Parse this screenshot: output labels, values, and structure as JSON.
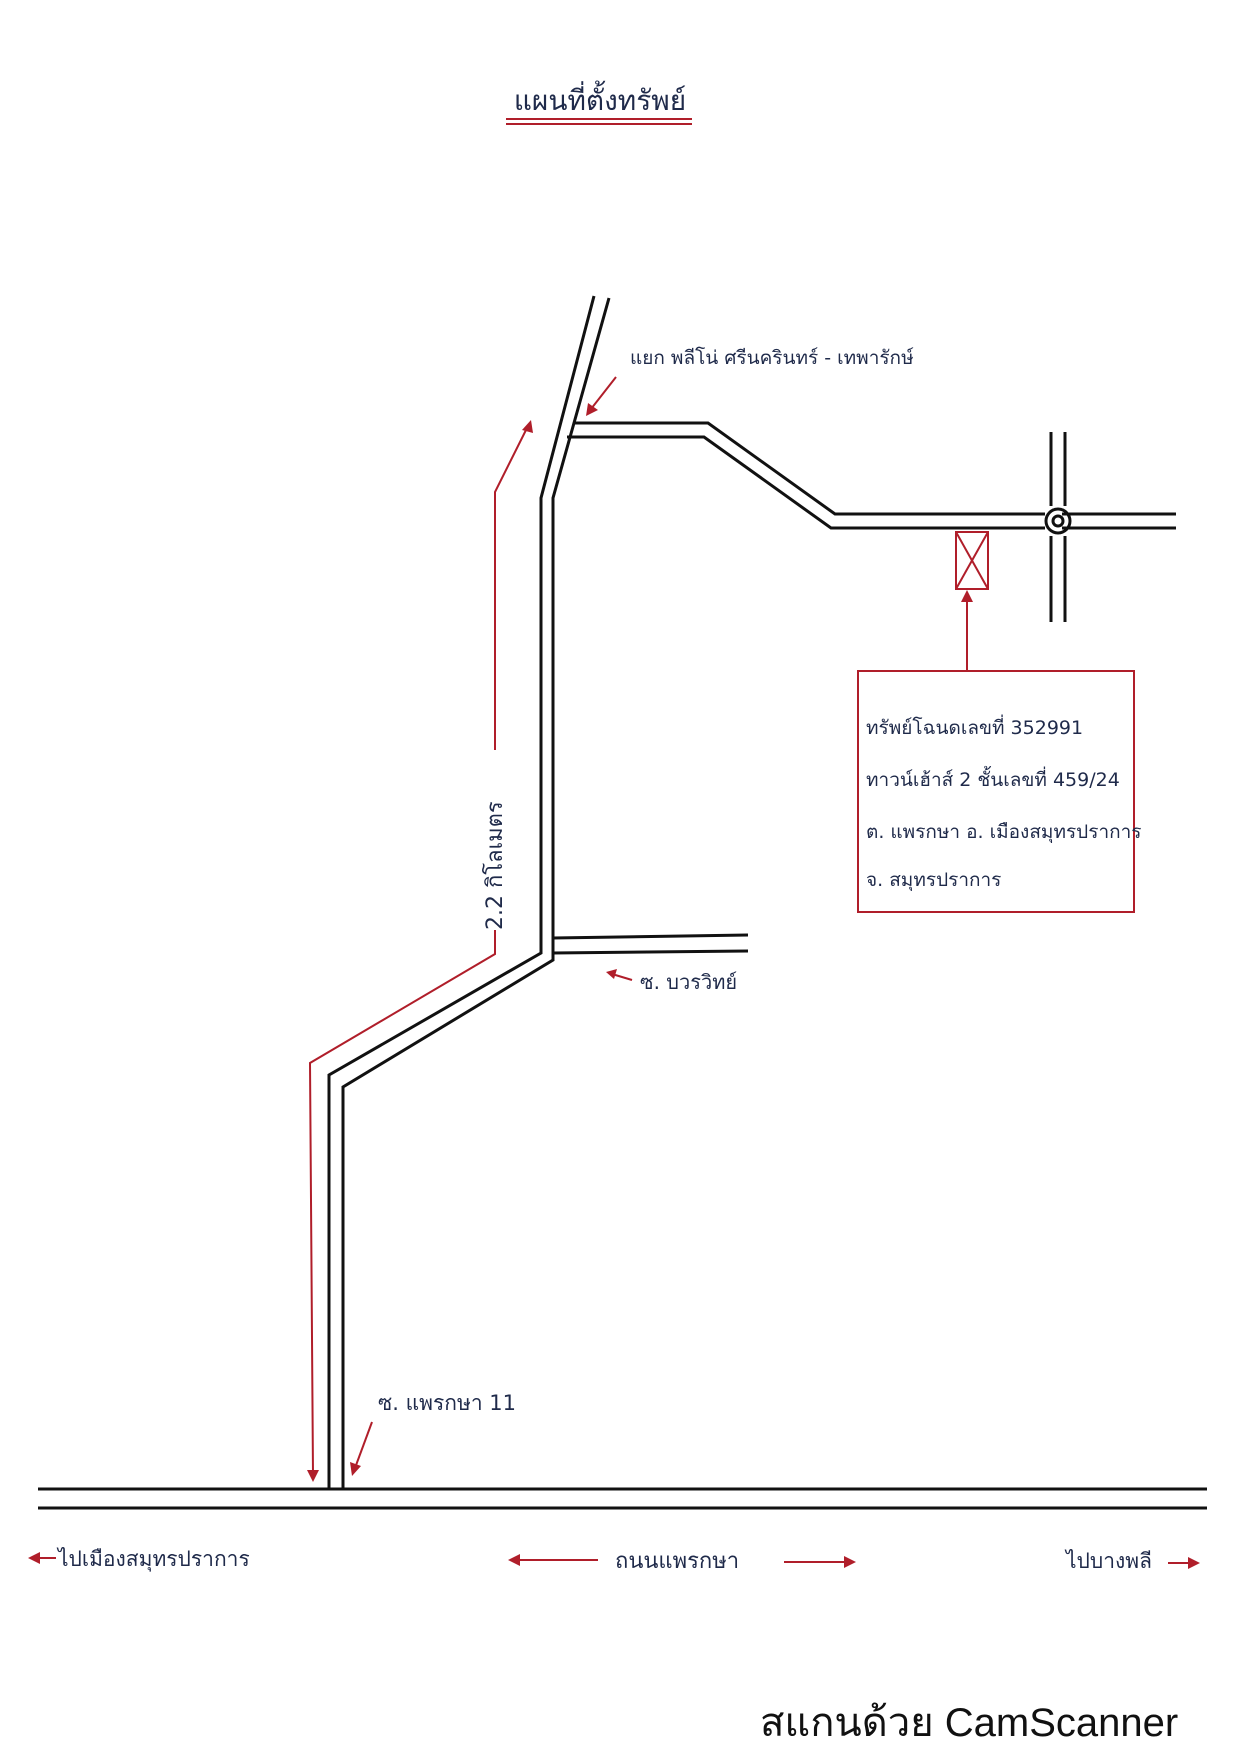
{
  "title": "แผนที่ตั้งทรัพย์",
  "labels": {
    "top_junction": "แยก พลีโน่ ศรีนครินทร์ - เทพารักษ์",
    "distance": "2.2 กิโลเมตร",
    "soi_boworn": "ซ. บวรวิทย์",
    "soi_phraeksa": "ซ. แพรกษา 11",
    "road_name": "ถนนแพรกษา",
    "to_left": "ไปเมืองสมุทรปราการ",
    "to_right": "ไปบางพลี"
  },
  "info_box": {
    "lines": [
      "ทรัพย์โฉนดเลขที่ 352991",
      "ทาวน์เฮ้าส์ 2 ชั้นเลขที่ 459/24",
      "ต. แพรกษา อ. เมืองสมุทรปราการ",
      "จ. สมุทรปราการ"
    ]
  },
  "watermark": "สแกนด้วย CamScanner",
  "colors": {
    "red": "#b01e2a",
    "ink": "#1f2a4a",
    "road": "#111111"
  }
}
